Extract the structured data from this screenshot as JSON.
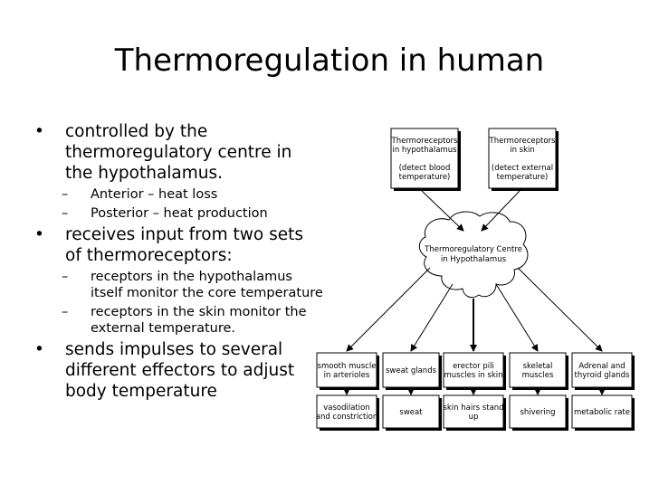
{
  "title": "Thermoregulation in human",
  "bullets": [
    {
      "text": "controlled by the thermoregulatory centre in the hypothalamus."
    },
    {
      "sub": [
        "Anterior  – heat loss",
        "Posterior – heat production"
      ]
    },
    {
      "text": "receives input from two sets of thermoreceptors:"
    },
    {
      "sub": [
        "receptors in the hypothalamus itself monitor the core temperature",
        "receptors in the skin monitor the external temperature."
      ]
    },
    {
      "text": "sends impulses to several different effectors to adjust body temperature"
    }
  ],
  "diagram": {
    "receptor_hypo": [
      "Thermoreceptors",
      "in hypothalamus",
      "",
      "(detect blood",
      "temperature)"
    ],
    "receptor_skin": [
      "Thermoreceptors",
      "in skin",
      "",
      "(detect external",
      "temperature)"
    ],
    "centre": [
      "Thermoregulatory Centre",
      "in Hypothalamus"
    ],
    "effectors": [
      [
        "smooth muscle",
        "in arterioles"
      ],
      [
        "sweat glands"
      ],
      [
        "erector pili",
        "muscles in skin"
      ],
      [
        "skeletal",
        "muscles"
      ],
      [
        "Adrenal and",
        "thyroid glands"
      ]
    ],
    "responses": [
      [
        "vasodilation",
        "and constriction"
      ],
      [
        "sweat"
      ],
      [
        "skin hairs stand",
        "up"
      ],
      [
        "shivering"
      ],
      [
        "metabolic rate"
      ]
    ]
  }
}
